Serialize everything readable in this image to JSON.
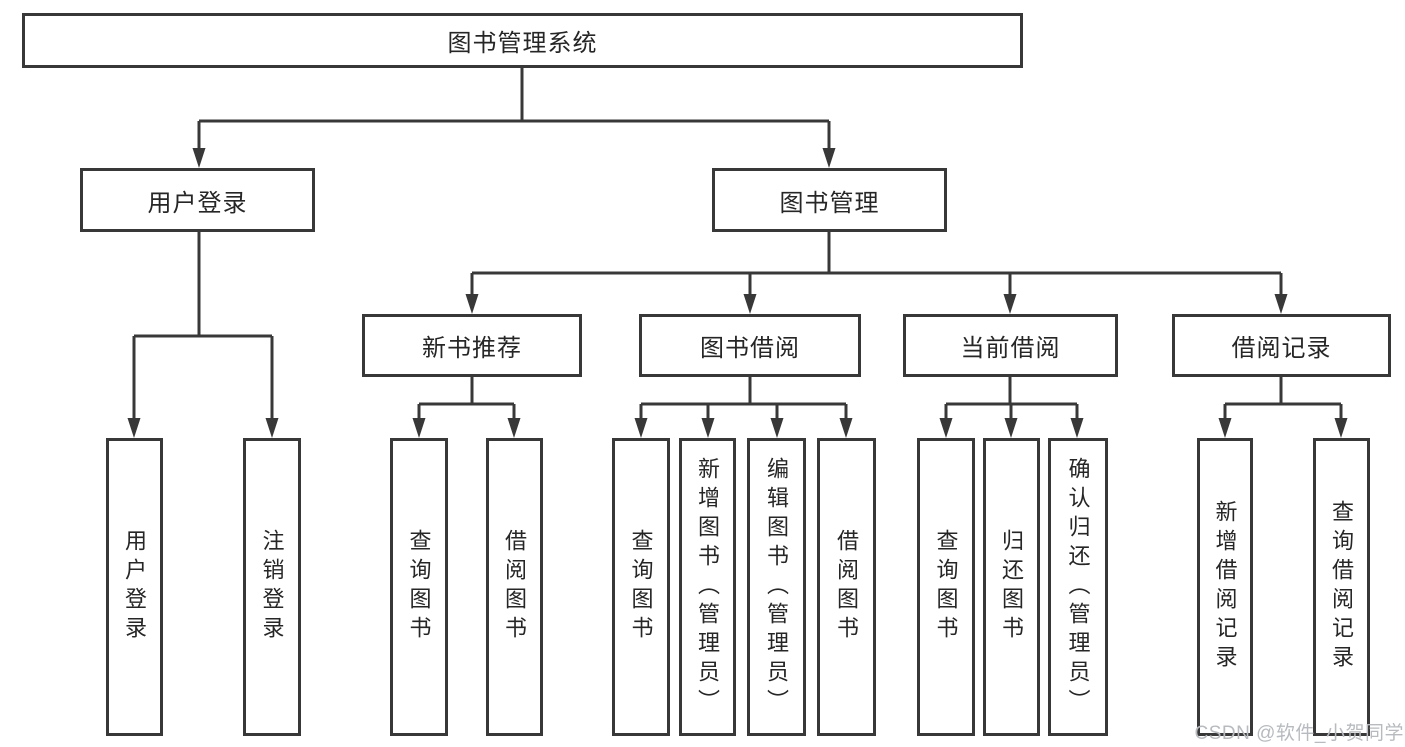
{
  "tree": {
    "root": "图书管理系统",
    "branches": [
      {
        "label": "用户登录",
        "children": [
          "用户登录",
          "注销登录"
        ]
      },
      {
        "label": "图书管理",
        "sections": [
          {
            "label": "新书推荐",
            "children": [
              "查询图书",
              "借阅图书"
            ]
          },
          {
            "label": "图书借阅",
            "children": [
              "查询图书",
              "新增图书（管理员）",
              "编辑图书（管理员）",
              "借阅图书"
            ]
          },
          {
            "label": "当前借阅",
            "children": [
              "查询图书",
              "归还图书",
              "确认归还（管理员）"
            ]
          },
          {
            "label": "借阅记录",
            "children": [
              "新增借阅记录",
              "查询借阅记录"
            ]
          }
        ]
      }
    ]
  },
  "watermark": {
    "text": "CSDN @软件_小贺同学"
  },
  "colors": {
    "line": "#383838",
    "box_background": "#ffffff",
    "text": "#262626",
    "watermark": "#b7bbbf"
  }
}
